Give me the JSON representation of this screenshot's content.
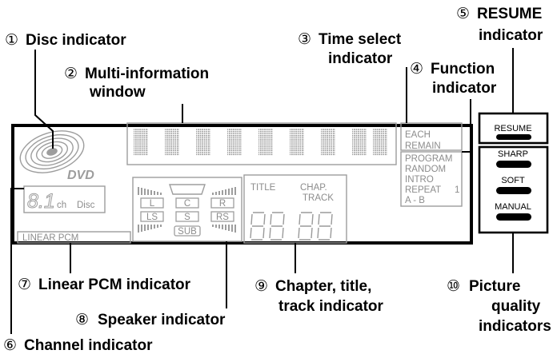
{
  "callouts": {
    "c1": {
      "num": "①",
      "label": "Disc indicator"
    },
    "c2": {
      "num": "②",
      "line1": "Multi-information",
      "line2": "window"
    },
    "c3": {
      "num": "③",
      "line1": "Time select",
      "line2": "indicator"
    },
    "c4": {
      "num": "④",
      "line1": "Function",
      "line2": "indicator"
    },
    "c5": {
      "num": "⑤",
      "line1": "RESUME",
      "line2": "indicator"
    },
    "c6": {
      "num": "⑥",
      "label": "Channel indicator"
    },
    "c7": {
      "num": "⑦",
      "label": "Linear PCM indicator"
    },
    "c8": {
      "num": "⑧",
      "label": "Speaker indicator"
    },
    "c9": {
      "num": "⑨",
      "line1": "Chapter, title,",
      "line2": "track indicator"
    },
    "c10": {
      "num": "⑩",
      "line1": "Picture",
      "line2": "quality",
      "line3": "indicators"
    }
  },
  "display": {
    "dvd_logo": "DVD",
    "channel_digit": "8.1",
    "channel_unit": "ch",
    "disc_label": "Disc",
    "linear_pcm": "LINEAR  PCM",
    "speakers": {
      "l": "L",
      "c": "C",
      "r": "R",
      "ls": "LS",
      "s": "S",
      "rs": "RS",
      "sub": "SUB"
    },
    "title_label": "TITLE",
    "chap_label": "CHAP.",
    "track_label": "TRACK",
    "time_each": "EACH",
    "time_remain": "REMAIN",
    "functions": {
      "program": "PROGRAM",
      "random": "RANDOM",
      "intro": "INTRO",
      "repeat": "REPEAT",
      "repeat_num": "1",
      "ab": "A - B"
    }
  },
  "picture_panel": {
    "resume": "RESUME",
    "sharp": "SHARP",
    "soft": "SOFT",
    "manual": "MANUAL"
  },
  "colors": {
    "display_grey": "#9d9d9d",
    "frame": "#000000"
  }
}
